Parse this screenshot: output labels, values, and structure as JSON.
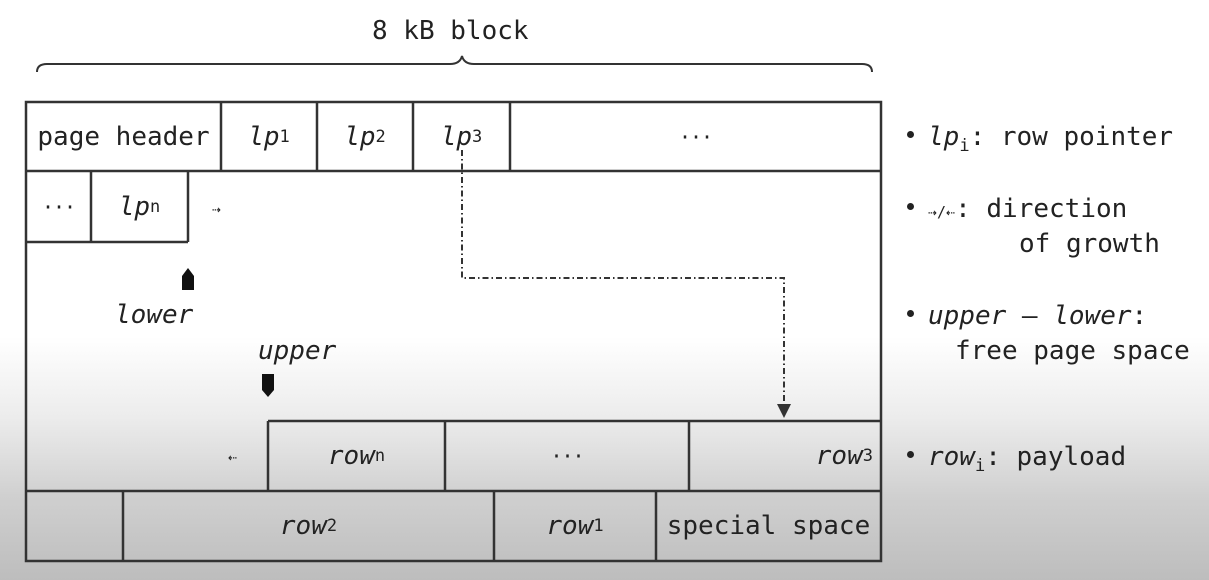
{
  "title": "8 kB block",
  "header_row": {
    "page_header": "page header",
    "lp": "lp",
    "lp1_sub": "1",
    "lp2_sub": "2",
    "lp3_sub": "3",
    "ellipsis": "···"
  },
  "second_row": {
    "ellipsis": "···",
    "lpn_sub": "n",
    "arrow_right": "⇢"
  },
  "pointers": {
    "lower": "lower",
    "upper": "upper"
  },
  "rows_top": {
    "arrow_left": "⇠",
    "row": "row",
    "rown_sub": "n",
    "ellipsis": "···",
    "row3_sub": "3"
  },
  "rows_bottom": {
    "row": "row",
    "row2_sub": "2",
    "row1_sub": "1",
    "special_space": "special space"
  },
  "legend": {
    "lp_symbol": "lp",
    "lp_sub": "i",
    "lp_desc": ": row pointer",
    "growth_symbol": "⇢/⇠",
    "growth_desc_1": ": direction",
    "growth_desc_2": "of growth",
    "free_upper": "upper",
    "free_dash": " – ",
    "free_lower": "lower",
    "free_colon": ":",
    "free_desc": "free page space",
    "row_symbol": "row",
    "row_sub": "i",
    "row_desc": ": payload"
  }
}
